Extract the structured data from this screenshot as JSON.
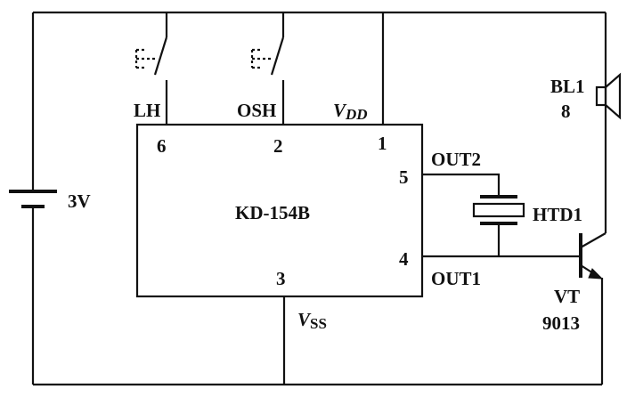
{
  "chip": {
    "name": "KD-154B"
  },
  "pins": {
    "p6": "6",
    "p2": "2",
    "p1": "1",
    "p5": "5",
    "p4": "4",
    "p3": "3"
  },
  "labels": {
    "lh": "LH",
    "osh": "OSH",
    "vdd_v": "V",
    "vdd_sub": "DD",
    "vss_v": "V",
    "vss_sub": "SS",
    "out2": "OUT2",
    "out1": "OUT1",
    "battery": "3V",
    "htd": "HTD1",
    "speaker_name": "BL1",
    "speaker_value": "8",
    "transistor_name": "VT",
    "transistor_model": "9013"
  }
}
